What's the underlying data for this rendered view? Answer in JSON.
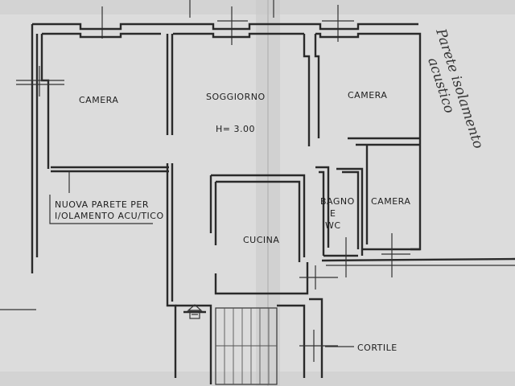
{
  "rooms": {
    "camera_left": "CAMERA",
    "soggiorno": "SOGGIORNO",
    "height_note": "H= 3.00",
    "camera_right": "CAMERA",
    "bagno_line1": "BAGNO",
    "bagno_line2": "E",
    "bagno_line3": "WC",
    "camera_small": "CAMERA",
    "cucina": "CUCINA",
    "cortile": "CORTILE"
  },
  "notes": {
    "new_wall_line1": "NUOVA PARETE PER",
    "new_wall_line2": "I/OLAMENTO ACU/TICO",
    "handwritten_line1": "Parete isolamento",
    "handwritten_line2": "acustico"
  },
  "colors": {
    "paper": "#dcdcdc",
    "ink": "#2a2a2a"
  }
}
